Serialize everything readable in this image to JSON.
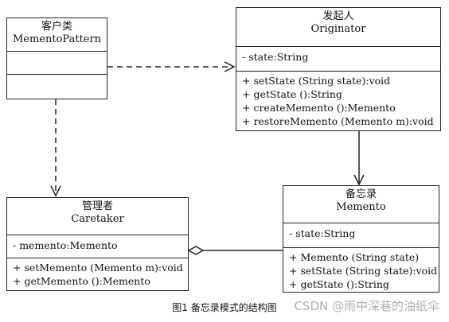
{
  "classes": {
    "client": {
      "name_cn": "客户类",
      "name_en": "MementoPattern"
    },
    "originator": {
      "name_cn": "发起人",
      "name_en": "Originator",
      "attributes": [
        "- state:String"
      ],
      "operations": [
        "+ setState (String state):void",
        "+ getState ():String",
        "+ createMemento ():Memento",
        "+ restoreMemento (Memento m):void"
      ]
    },
    "caretaker": {
      "name_cn": "管理者",
      "name_en": "Caretaker",
      "attributes": [
        "- memento:Memento"
      ],
      "operations": [
        "+ setMemento (Memento m):void",
        "+ getMemento ():Memento"
      ]
    },
    "memento": {
      "name_cn": "备忘录",
      "name_en": "Memento",
      "attributes": [
        "- state:String"
      ],
      "operations": [
        "+ Memento (String state)",
        "+ setState (String state):void",
        "+ getState ():String"
      ]
    }
  },
  "relations": [
    {
      "from": "client",
      "to": "originator",
      "kind": "dependency"
    },
    {
      "from": "client",
      "to": "caretaker",
      "kind": "dependency"
    },
    {
      "from": "originator",
      "to": "memento",
      "kind": "association"
    },
    {
      "from": "caretaker",
      "to": "memento",
      "kind": "aggregation"
    }
  ],
  "caption": "图1 备忘录模式的结构图",
  "watermark": "CSDN @雨中深巷的油纸伞"
}
